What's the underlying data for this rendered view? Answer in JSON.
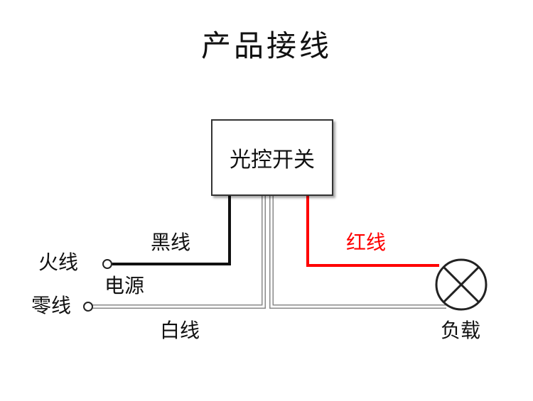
{
  "title": "产品接线",
  "switch_label": "光控开关",
  "wires": {
    "black": "黑线",
    "red": "红线",
    "white": "白线"
  },
  "terminals": {
    "live": "火线",
    "neutral": "零线",
    "power": "电源"
  },
  "load_label": "负载",
  "colors": {
    "black_wire": "#111111",
    "red_wire": "#ff0000",
    "white_wire": "#ffffff",
    "outline": "#777777"
  }
}
